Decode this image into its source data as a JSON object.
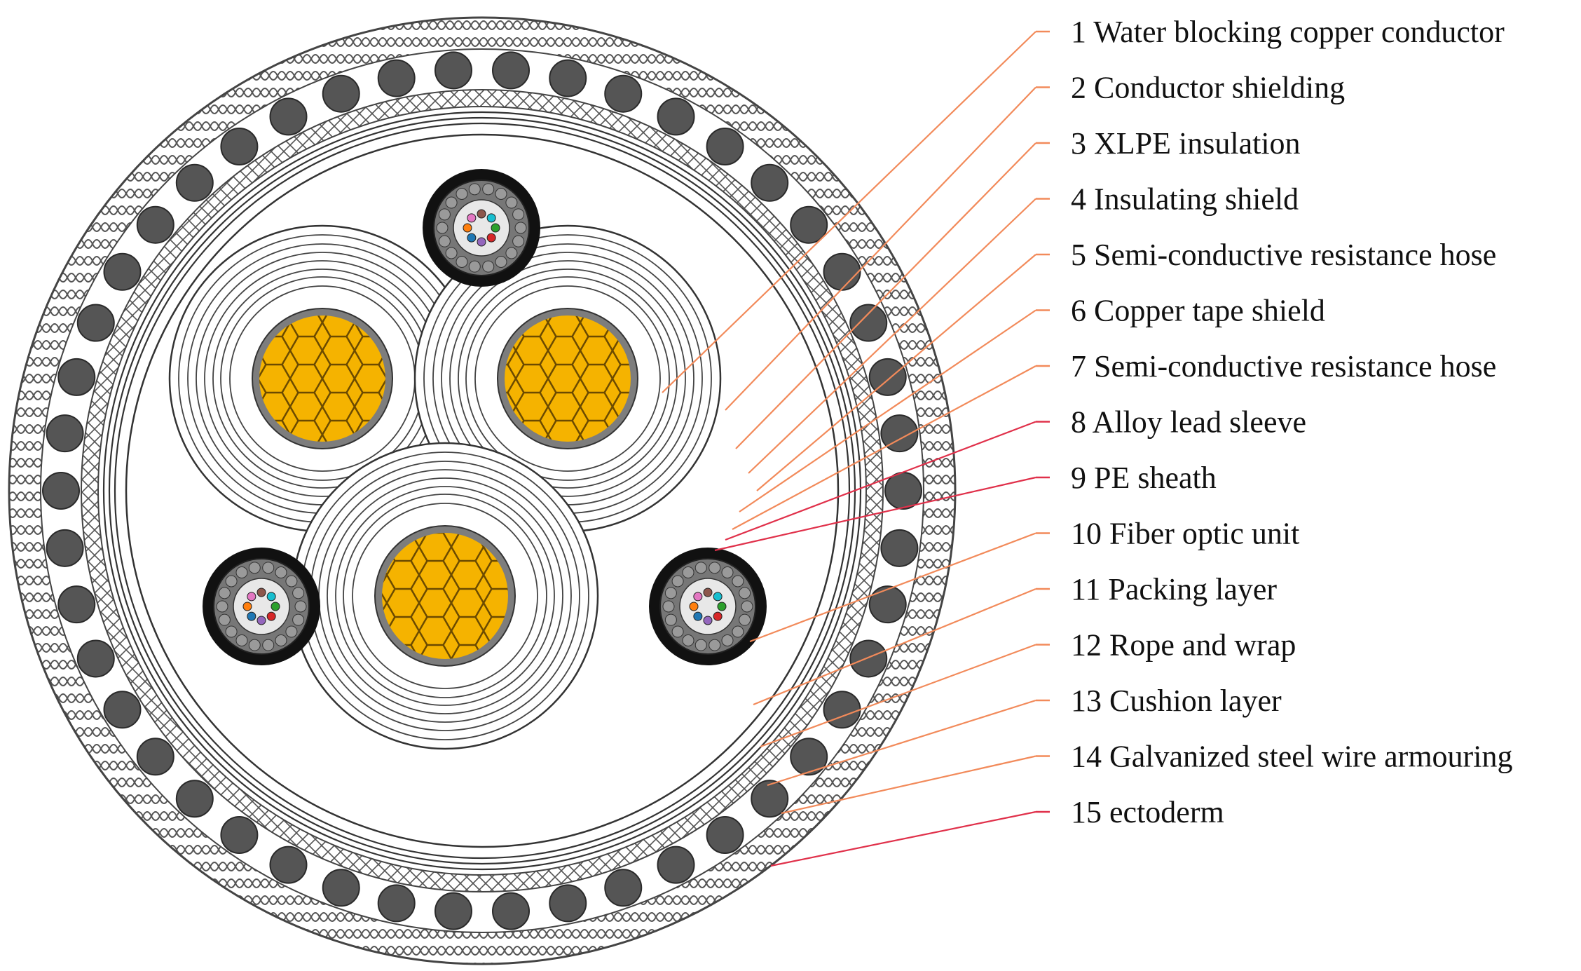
{
  "diagram": {
    "title": "",
    "legend": [
      {
        "num": "1",
        "text": "Water blocking copper conductor"
      },
      {
        "num": "2",
        "text": "Conductor shielding"
      },
      {
        "num": "3",
        "text": "XLPE insulation"
      },
      {
        "num": "4",
        "text": "Insulating shield"
      },
      {
        "num": "5",
        "text": "Semi-conductive resistance hose"
      },
      {
        "num": "6",
        "text": "Copper tape shield"
      },
      {
        "num": "7",
        "text": "Semi-conductive resistance hose"
      },
      {
        "num": "8",
        "text": "Alloy lead sleeve"
      },
      {
        "num": "9",
        "text": "PE sheath"
      },
      {
        "num": "10",
        "text": "Fiber optic unit"
      },
      {
        "num": "11",
        "text": "Packing layer"
      },
      {
        "num": "12",
        "text": "Rope and wrap"
      },
      {
        "num": "13",
        "text": "Cushion layer"
      },
      {
        "num": "14",
        "text": "Galvanized steel wire armouring"
      },
      {
        "num": "15",
        "text": "ectoderm"
      }
    ],
    "colors": {
      "conductor": "#F5B300",
      "armour_wire": "#555555",
      "leader_orange": "#F28A5A",
      "leader_red": "#E0304A",
      "fiber_colors": [
        "#2ca02c",
        "#d62728",
        "#9467bd",
        "#1f77b4",
        "#ff7f0e",
        "#e377c2",
        "#8c564b",
        "#17becf"
      ]
    }
  }
}
